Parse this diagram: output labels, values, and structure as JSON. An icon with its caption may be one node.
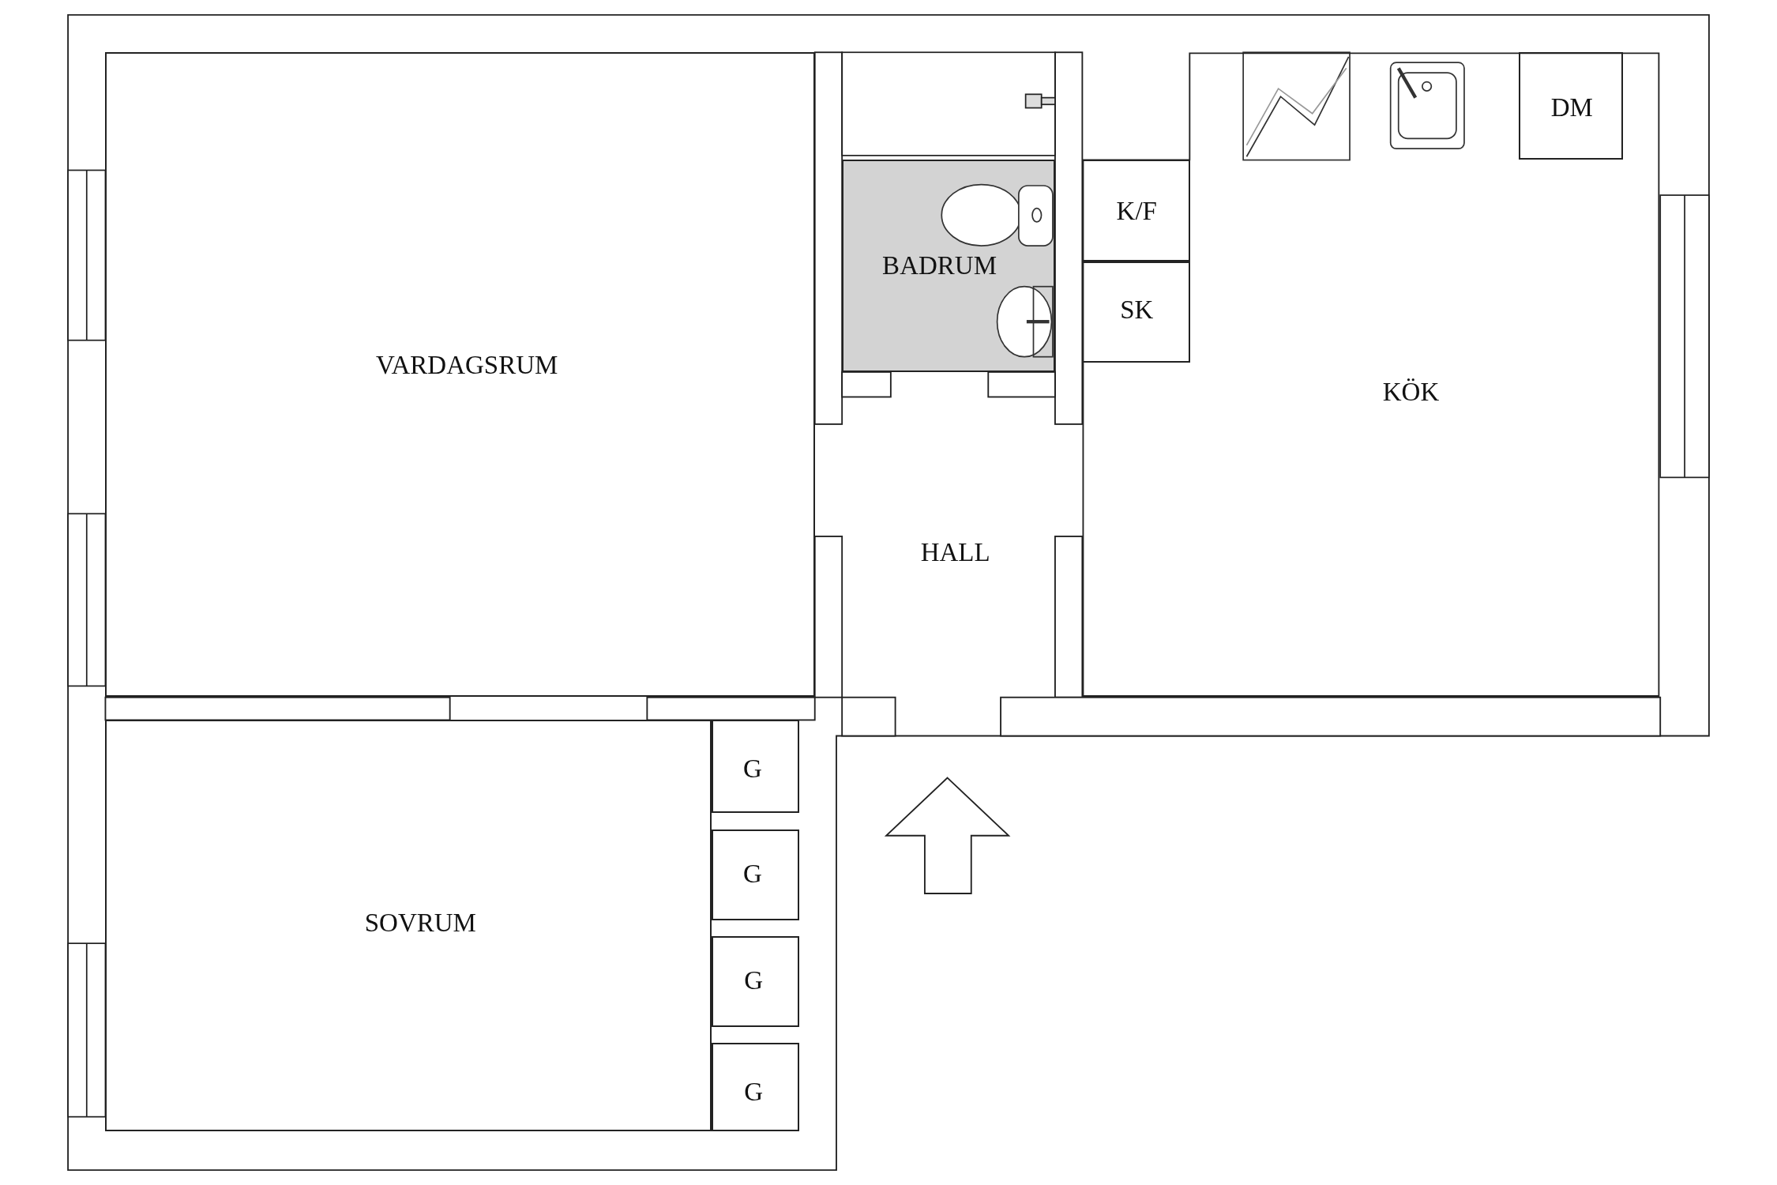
{
  "diagram": {
    "nodes": [
      {
        "text": [
          "VARDAGSRUM"
        ]
      },
      {
        "text": [
          "BADRUM"
        ]
      },
      {
        "text": [
          "KÖK"
        ]
      },
      {
        "text": [
          "K/F"
        ],
        "in": 2
      },
      {
        "text": [
          "SK"
        ],
        "in": 2
      },
      {
        "text": [
          "DM"
        ],
        "in": 2
      },
      {
        "text": [
          "HALL"
        ]
      },
      {
        "text": [
          "SOVRUM"
        ]
      },
      {
        "text": [
          "G"
        ]
      },
      {
        "text": [
          "G"
        ]
      },
      {
        "text": [
          "G"
        ]
      },
      {
        "text": [
          "G"
        ]
      }
    ]
  }
}
